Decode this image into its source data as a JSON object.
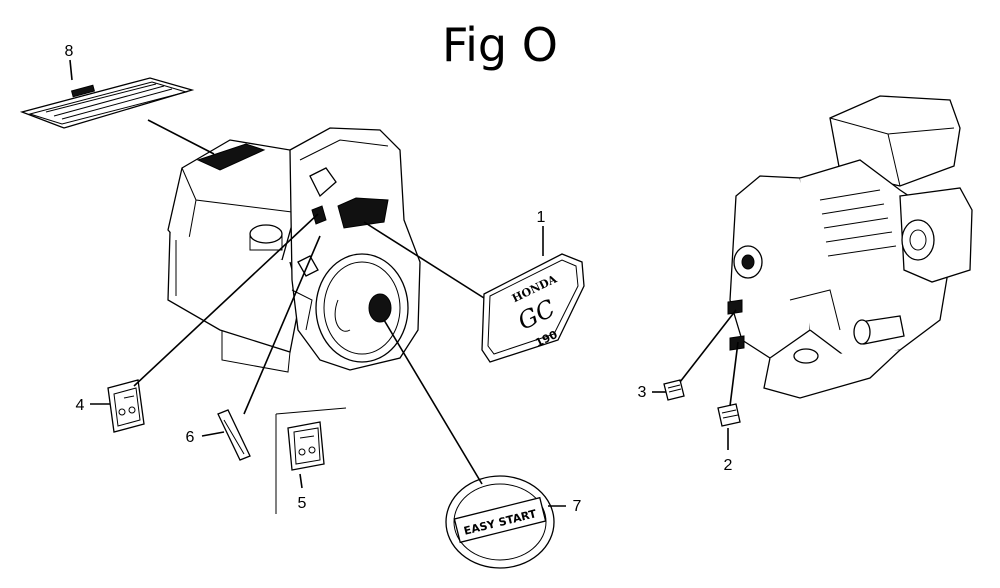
{
  "title": "Fig O",
  "callouts": [
    "1",
    "2",
    "3",
    "4",
    "5",
    "6",
    "7",
    "8"
  ],
  "decal_texts": {
    "brand": "HONDA",
    "model": "GC",
    "displacement": "190",
    "easy_start": "EASY START"
  }
}
